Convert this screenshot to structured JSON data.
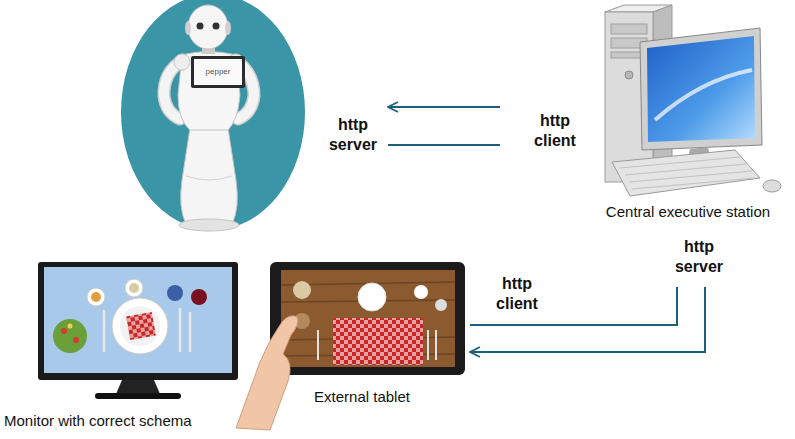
{
  "diagram": {
    "nodes": [
      {
        "text": [
          "pepper",
          "http server"
        ]
      },
      {
        "text": [
          "http client",
          "Central executive station",
          "http server"
        ]
      },
      {
        "text": [
          "Monitor with correct schema"
        ]
      },
      {
        "text": [
          "http client",
          "External tablet"
        ]
      }
    ],
    "edges": [
      {
        "from": 1,
        "to": 0,
        "arrow": "to"
      },
      {
        "from": 0,
        "to": 1,
        "arrow": "none"
      },
      {
        "from": 1,
        "to": 3,
        "arrow": "to"
      },
      {
        "from": 3,
        "to": 1,
        "arrow": "none"
      }
    ]
  }
}
